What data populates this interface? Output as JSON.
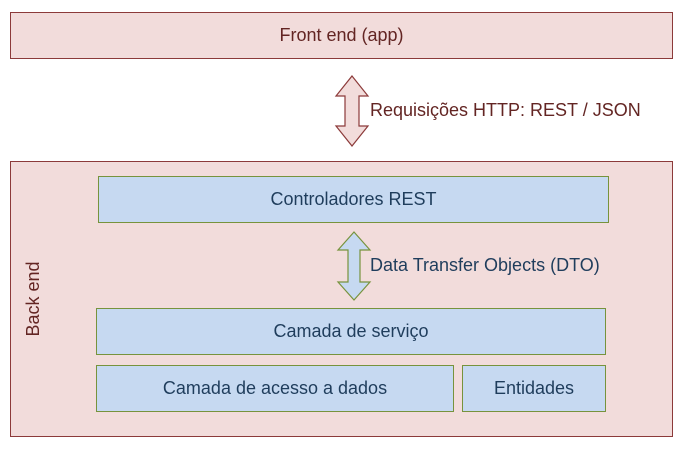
{
  "frontend": {
    "label": "Front end (app)"
  },
  "http_arrow": {
    "label": "Requisições HTTP: REST / JSON"
  },
  "backend": {
    "label": "Back end",
    "controllers": "Controladores REST",
    "dto_arrow": "Data Transfer Objects (DTO)",
    "service": "Camada de serviço",
    "data_access": "Camada de acesso a dados",
    "entities": "Entidades"
  },
  "colors": {
    "red_fill": "#f2dcdb",
    "red_border": "#8c3a3a",
    "blue_fill": "#c6d9f1",
    "green_border": "#77933c"
  }
}
